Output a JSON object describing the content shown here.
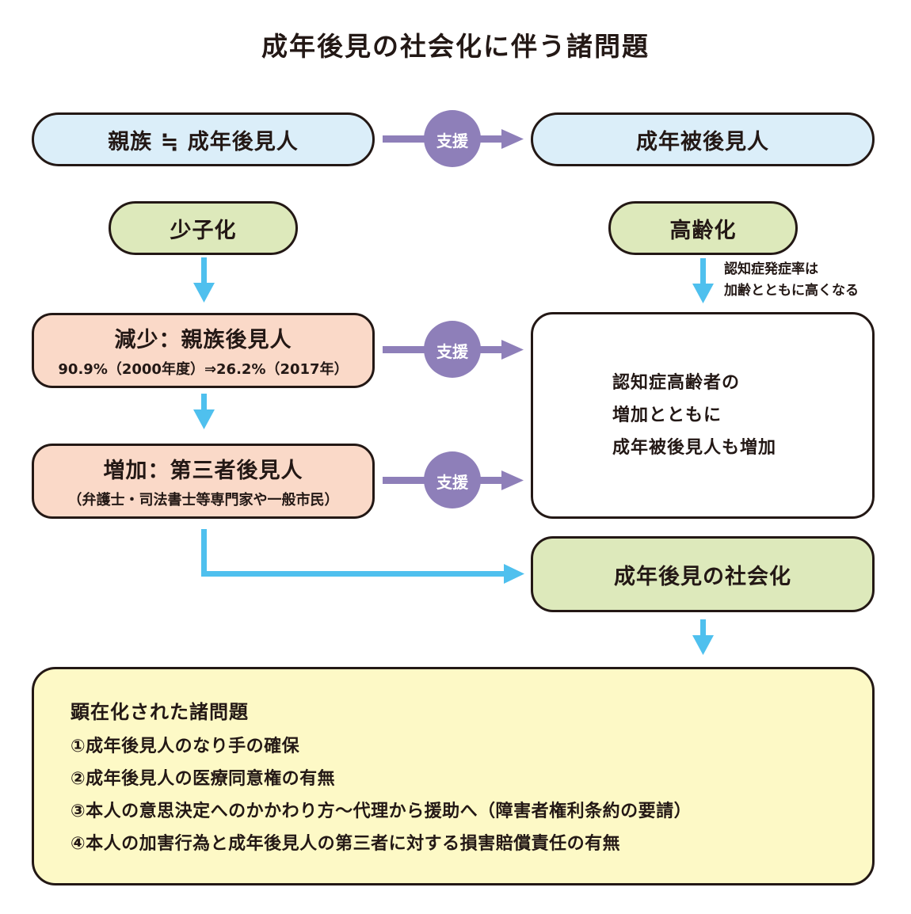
{
  "title": "成年後見の社会化に伴う諸問題",
  "support_label": "支援",
  "boxes": {
    "family_guardian": "親族 ≒ 成年後見人",
    "ward": "成年被後見人",
    "declining_birthrate": "少子化",
    "aging": "高齢化",
    "decrease": {
      "main": "減少：親族後見人",
      "sub": "90.9%（2000年度）⇒26.2%（2017年）"
    },
    "increase": {
      "main": "増加：第三者後見人",
      "sub": "（弁護士・司法書士等専門家や一般市民）"
    },
    "dementia": {
      "lines": [
        "認知症高齢者の",
        "増加とともに",
        "成年被後見人も増加"
      ]
    },
    "socialization": "成年後見の社会化"
  },
  "dementia_note": [
    "認知症発症率は",
    "加齢とともに高くなる"
  ],
  "problems": {
    "heading": "顕在化された諸問題",
    "items": [
      "①成年後見人のなり手の確保",
      "②成年後見人の医療同意権の有無",
      "③本人の意思決定へのかかわり方～代理から援助へ（障害者権利条約の要請）",
      "④本人の加害行為と成年後見人の第三者に対する損害賠償責任の有無"
    ]
  },
  "colors": {
    "outline": "#231815",
    "blue_fill": "#dbeef9",
    "green_fill": "#dde9bb",
    "peach_fill": "#fad9c8",
    "yellow_fill": "#fdf9c6",
    "purple": "#8e7fb9",
    "cyan_arrow": "#4fc0ee"
  }
}
